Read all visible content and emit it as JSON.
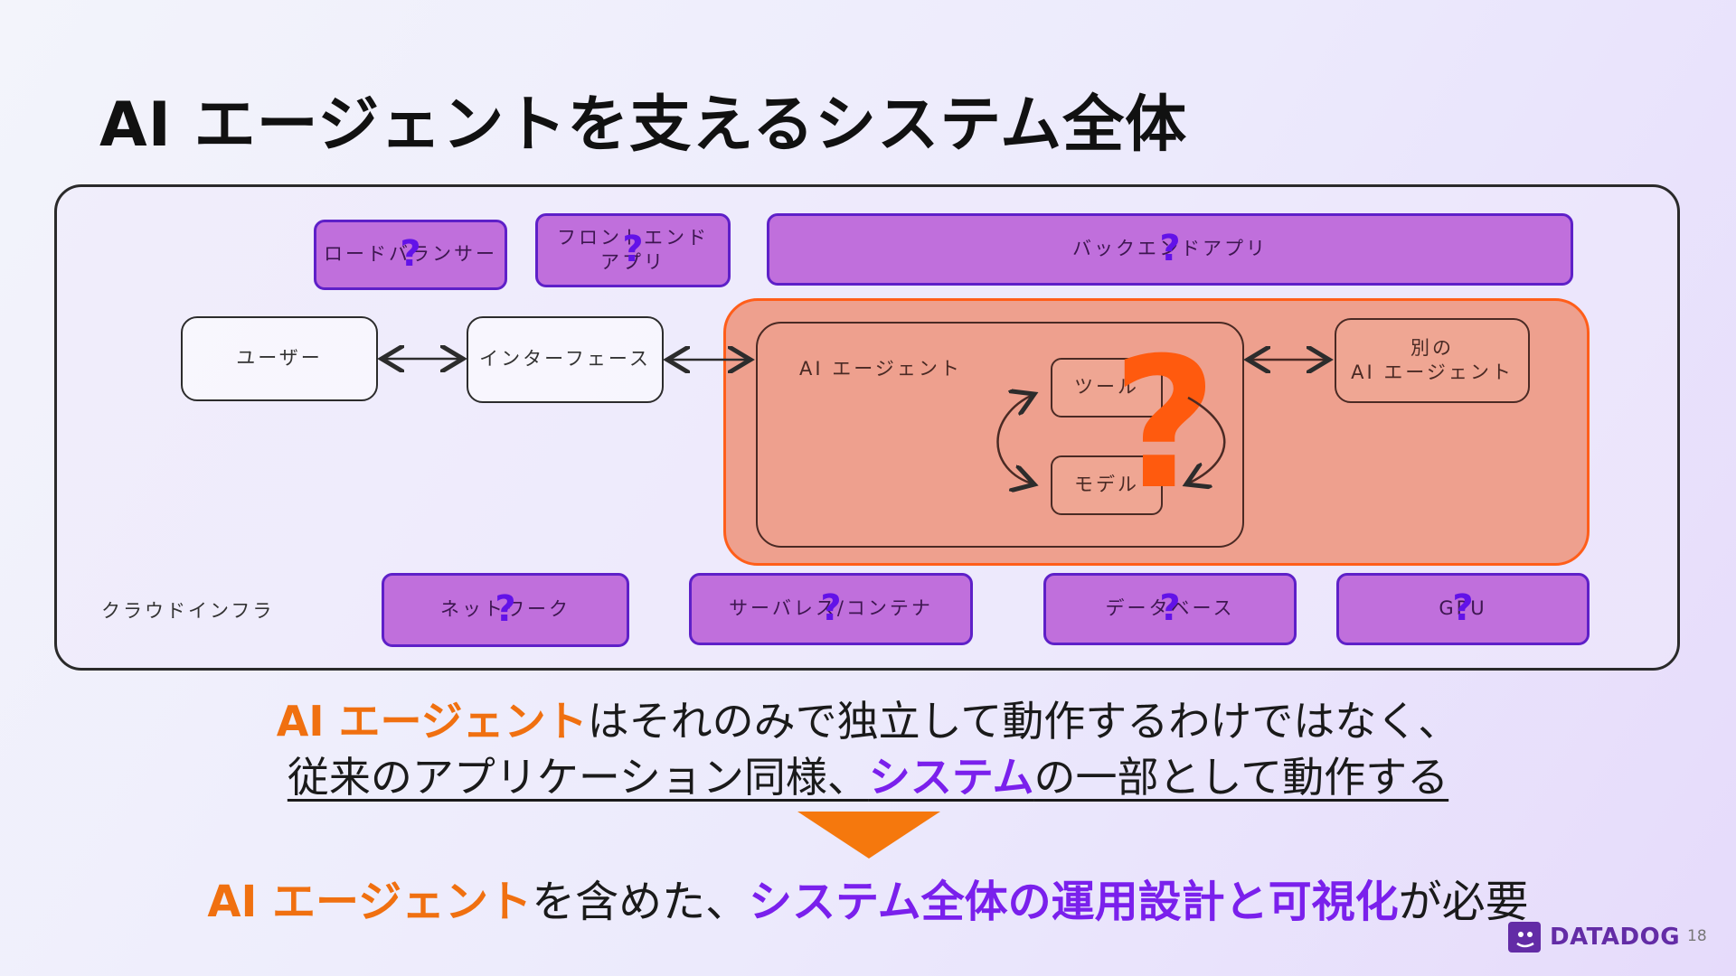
{
  "title": "AI エージェントを支えるシステム全体",
  "diagram": {
    "top_services": [
      {
        "label": "ロードバランサー",
        "mark": "?"
      },
      {
        "label": "フロントエンド\nアプリ",
        "mark": "?"
      },
      {
        "label": "バックエンドアプリ",
        "mark": "?"
      }
    ],
    "user": "ユーザー",
    "interface": "インターフェース",
    "agent": {
      "label": "AI エージェント",
      "tool": "ツール",
      "model": "モデル",
      "mark": "?"
    },
    "other_agent": "別の\nAI エージェント",
    "cloud_label": "クラウドインフラ",
    "infra": [
      {
        "label": "ネットワーク",
        "mark": "?"
      },
      {
        "label": "サーバレス/コンテナ",
        "mark": "?"
      },
      {
        "label": "データベース",
        "mark": "?"
      },
      {
        "label": "GPU",
        "mark": "?"
      }
    ],
    "colors": {
      "purple_fill": "#c06fdc",
      "purple_border": "#5e20c8",
      "orange_zone": "#eea08e",
      "orange_accent": "#ff5a0e"
    }
  },
  "message": {
    "line1_highlight": "AI エージェント",
    "line1_rest": "はそれのみで独立して動作するわけではなく、",
    "line2_a": "従来のアプリケーション同様、",
    "line2_highlight": "システム",
    "line2_b": "の一部として動作する",
    "line3_highlight1": "AI エージェント",
    "line3_mid": "を含めた、",
    "line3_highlight2": "システム全体の運用設計と可視化",
    "line3_end": "が必要"
  },
  "footer": {
    "logo": "DATADOG",
    "page": "18",
    "logo_icon": "dog-icon"
  }
}
